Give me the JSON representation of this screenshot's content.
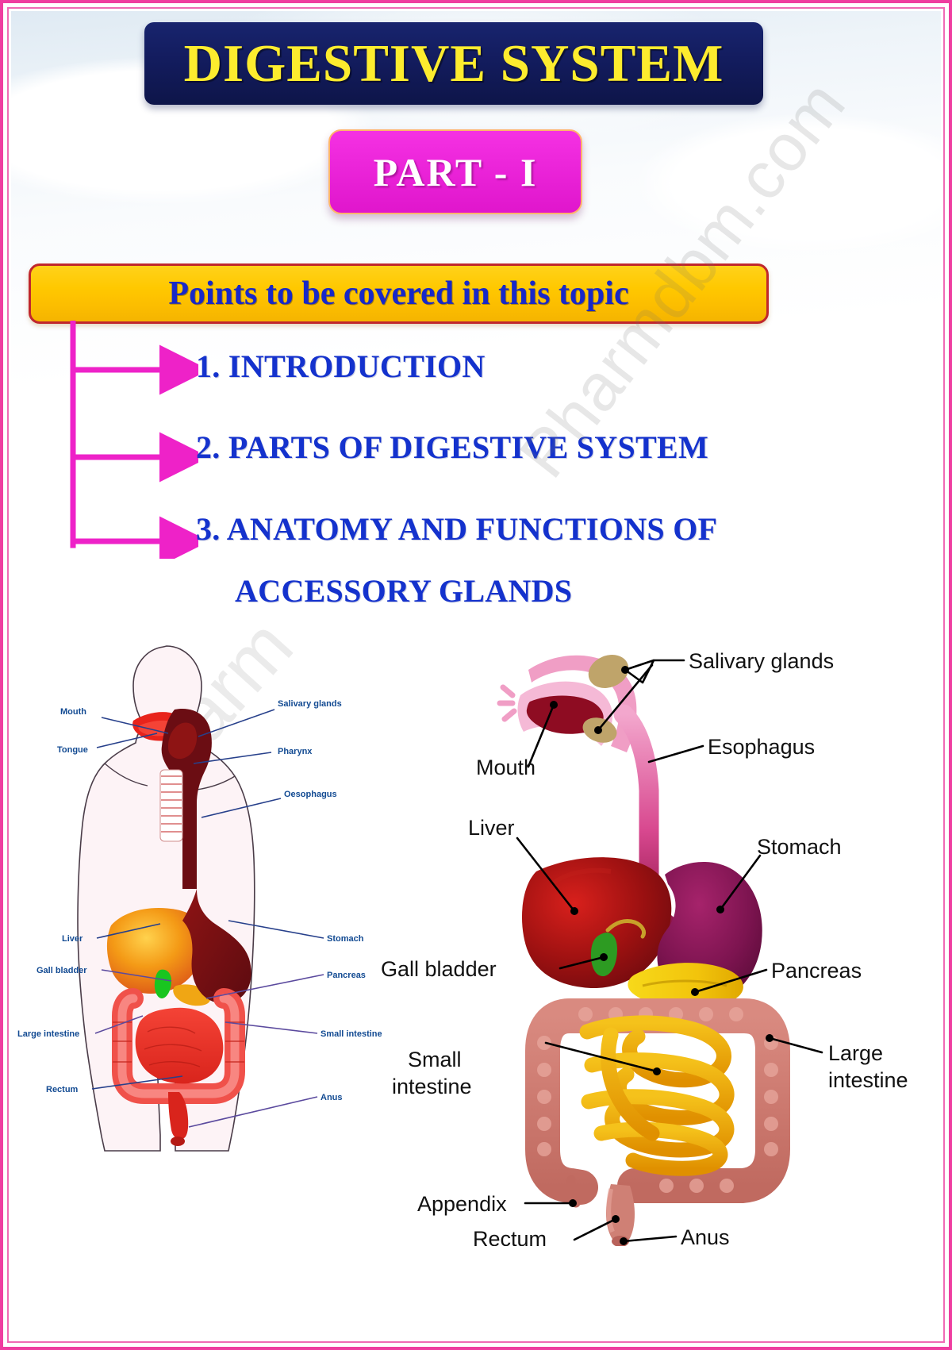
{
  "header": {
    "title": "DIGESTIVE SYSTEM",
    "part_badge": "PART - I"
  },
  "points_section": {
    "heading": "Points to be covered in this topic",
    "items": [
      {
        "number": "1.",
        "label": "1. INTRODUCTION"
      },
      {
        "number": "2.",
        "label": "2. PARTS OF DIGESTIVE SYSTEM"
      },
      {
        "number": "3.",
        "label": "3. ANATOMY AND FUNCTIONS OF",
        "label_line2": "ACCESSORY GLANDS"
      }
    ]
  },
  "watermark": {
    "text": "Pharmdbm.com",
    "text_alt": "Pharm"
  },
  "diagram_left": {
    "caption": "human-body-digestive-tract",
    "labels": [
      "Mouth",
      "Tongue",
      "Salivary glands",
      "Pharynx",
      "Oesophagus",
      "Liver",
      "Gall bladder",
      "Stomach",
      "Pancreas",
      "Large intestine",
      "Small intestine",
      "Rectum",
      "Anus"
    ]
  },
  "diagram_right": {
    "caption": "digestive-organs-detail",
    "labels": [
      "Salivary glands",
      "Mouth",
      "Esophagus",
      "Liver",
      "Stomach",
      "Gall bladder",
      "Pancreas",
      "Small intestine",
      "Large intestine",
      "Appendix",
      "Rectum",
      "Anus"
    ]
  },
  "colors": {
    "title_bg": "#131c5e",
    "title_text": "#fdec2e",
    "badge_bg": "#ea23d8",
    "badge_text": "#ffffff",
    "points_bg": "#ffc800",
    "points_border": "#c0272d",
    "points_text": "#1828c8",
    "topic_text": "#1432cd",
    "arrow": "#ee22c8",
    "page_border": "#ef3da0"
  }
}
